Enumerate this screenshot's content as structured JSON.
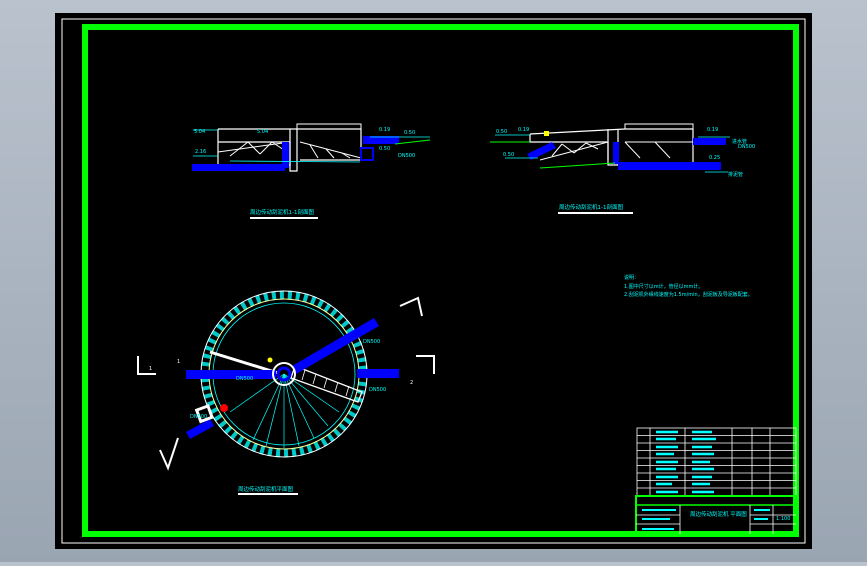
{
  "drawing": {
    "colors": {
      "background": "#000000",
      "frame": "#00ff00",
      "outline": "#ffffff",
      "pipe": "#0000ff",
      "annotation": "#00ffff",
      "ring": "#00c8c8",
      "marker": "#ff0000"
    },
    "section_a": {
      "caption": "周边传动刮泥机1-1剖面图",
      "labels": [
        "5.04",
        "5.04",
        "2.16",
        "0.50",
        "0.19",
        "0.50",
        "DN500"
      ]
    },
    "section_b": {
      "caption": "周边传动刮泥机1-1剖面图",
      "labels": [
        "0.50",
        "0.19",
        "0.50",
        "0.19",
        "DN500",
        "0.25"
      ],
      "notes": [
        "进水管",
        "排泥管"
      ]
    },
    "plan": {
      "caption": "周边传动刮泥机平面图",
      "labels": [
        "DN500",
        "DN500",
        "DN500",
        "DN500",
        "1",
        "1",
        "2"
      ]
    },
    "notes": {
      "title": "说明：",
      "lines": [
        "1.图中尺寸以m计，管径以mm计。",
        "2.刮泥机外缘线速度为1.5m/min，刮泥板及导泥板配套。"
      ]
    },
    "title_block": {
      "drawing_name": "周边传动刮泥机\n平面图",
      "sheet": "1:100"
    }
  }
}
